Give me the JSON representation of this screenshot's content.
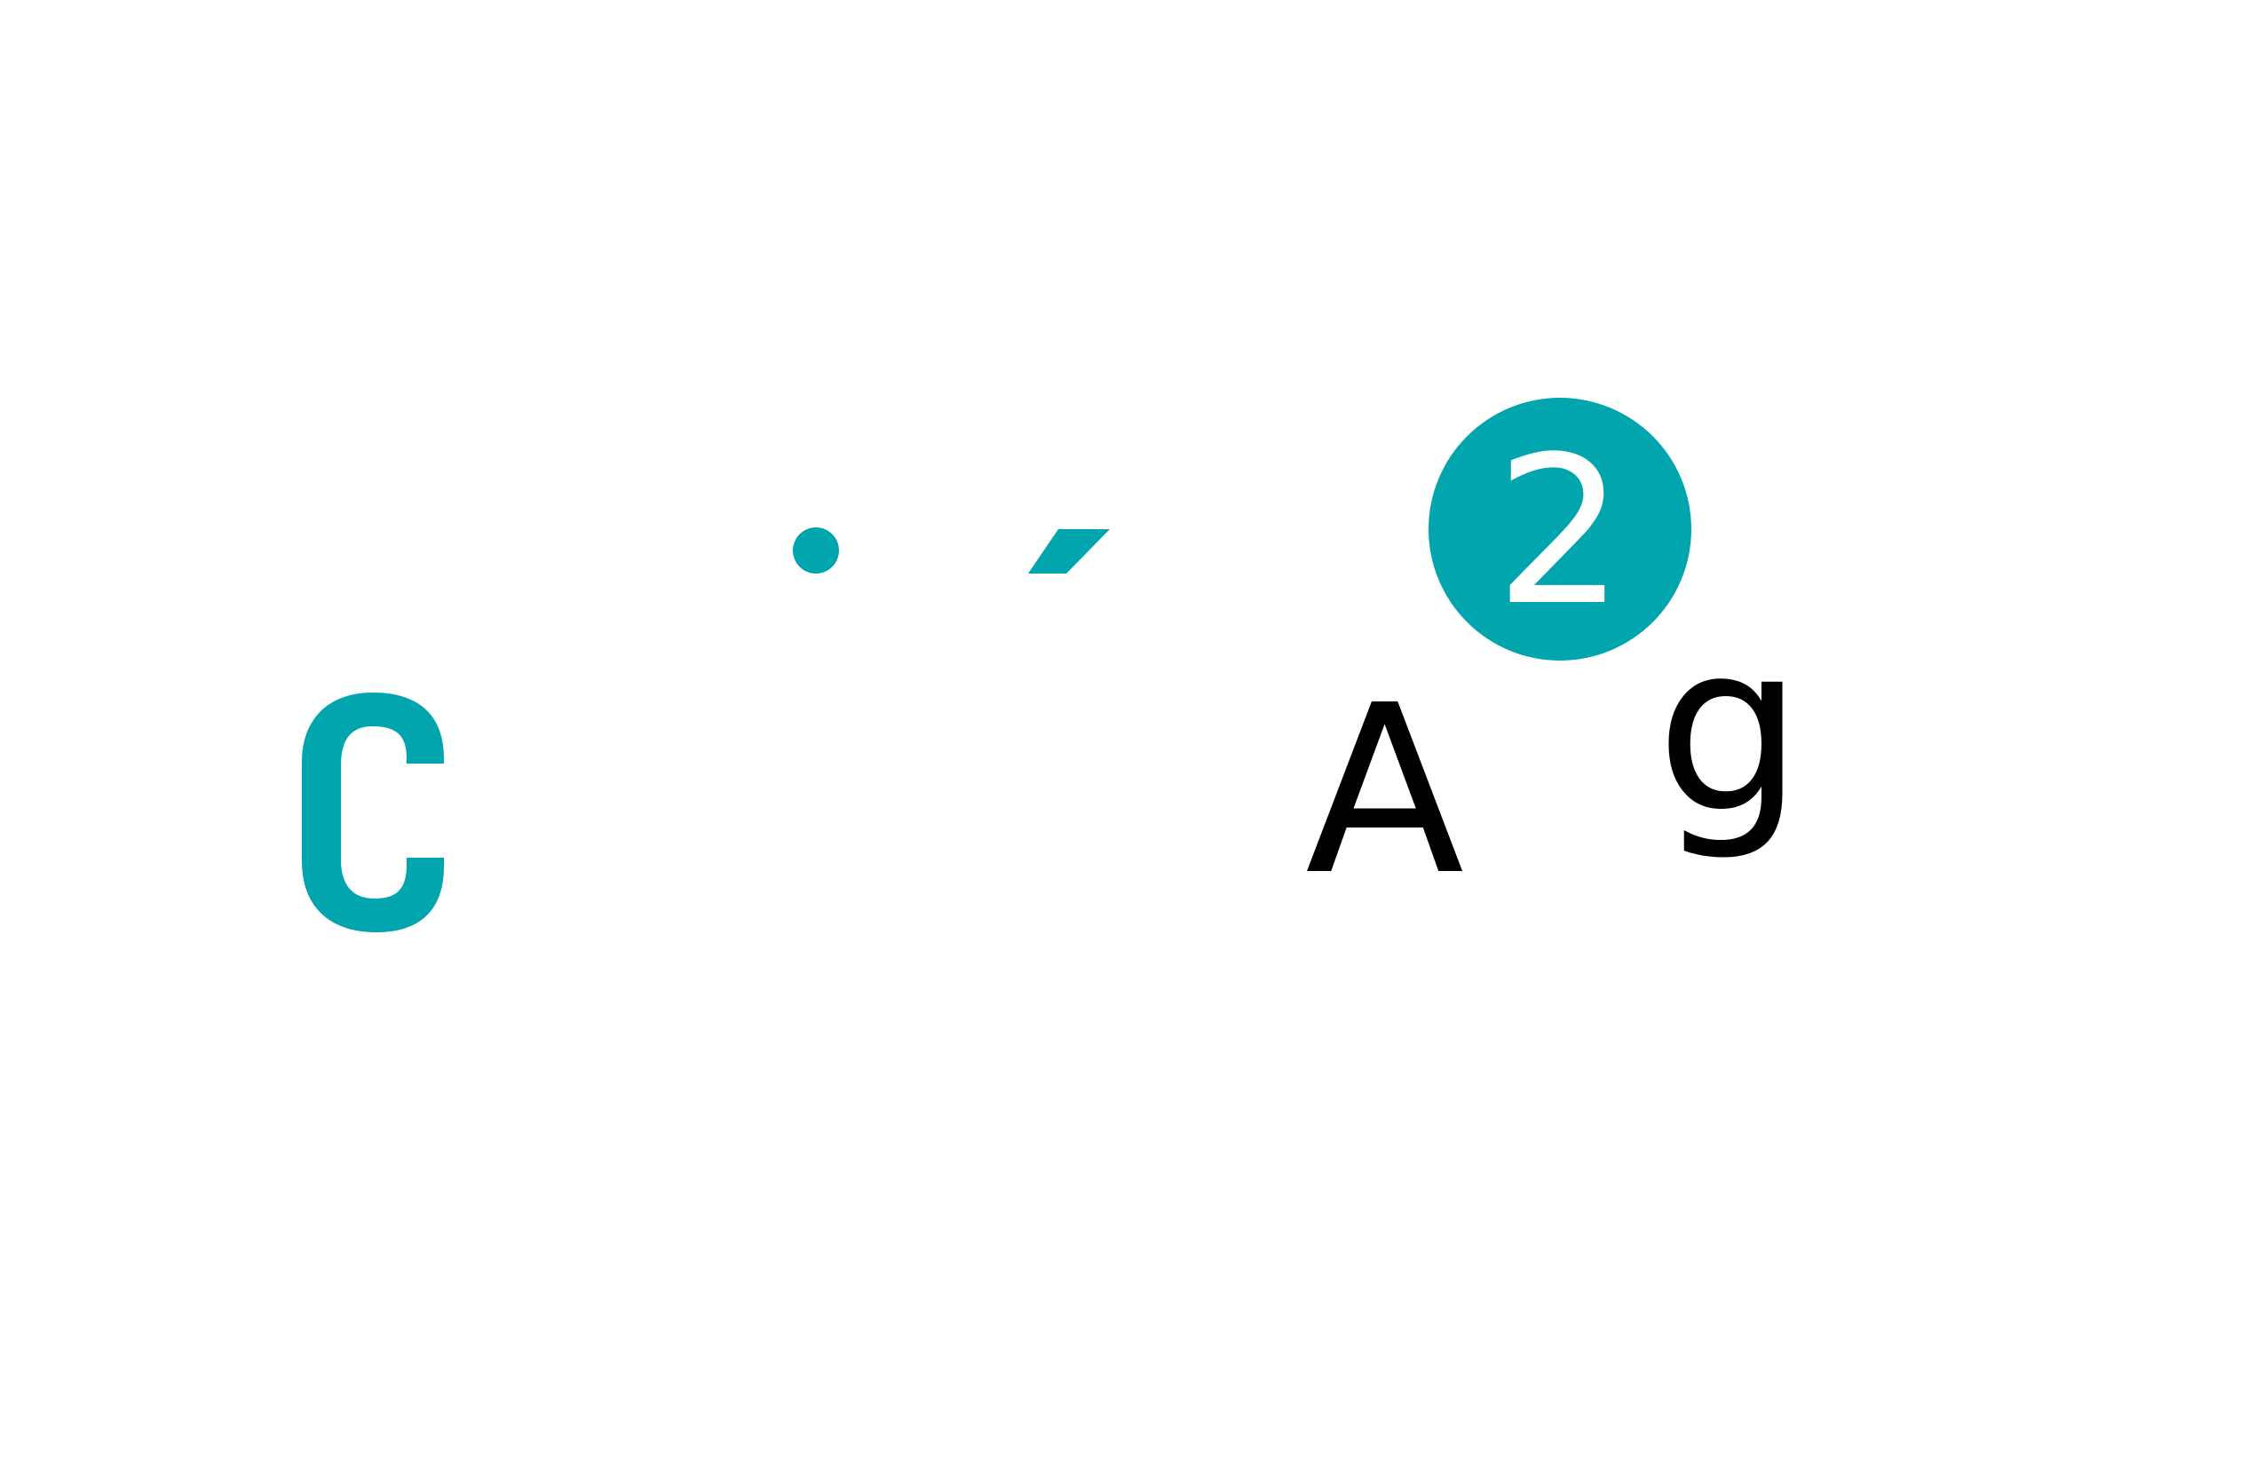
{
  "colors": {
    "accent": "#00A5AD",
    "foreground": "#000000",
    "background": "#FFFFFF"
  },
  "glyphs": {
    "teal_c": "c",
    "badge_number": "2",
    "letter_a": "A",
    "letter_g": "g"
  },
  "shapes": {
    "dot": "teal-dot",
    "slash": "teal-slash",
    "badge": "teal-circle-badge"
  }
}
